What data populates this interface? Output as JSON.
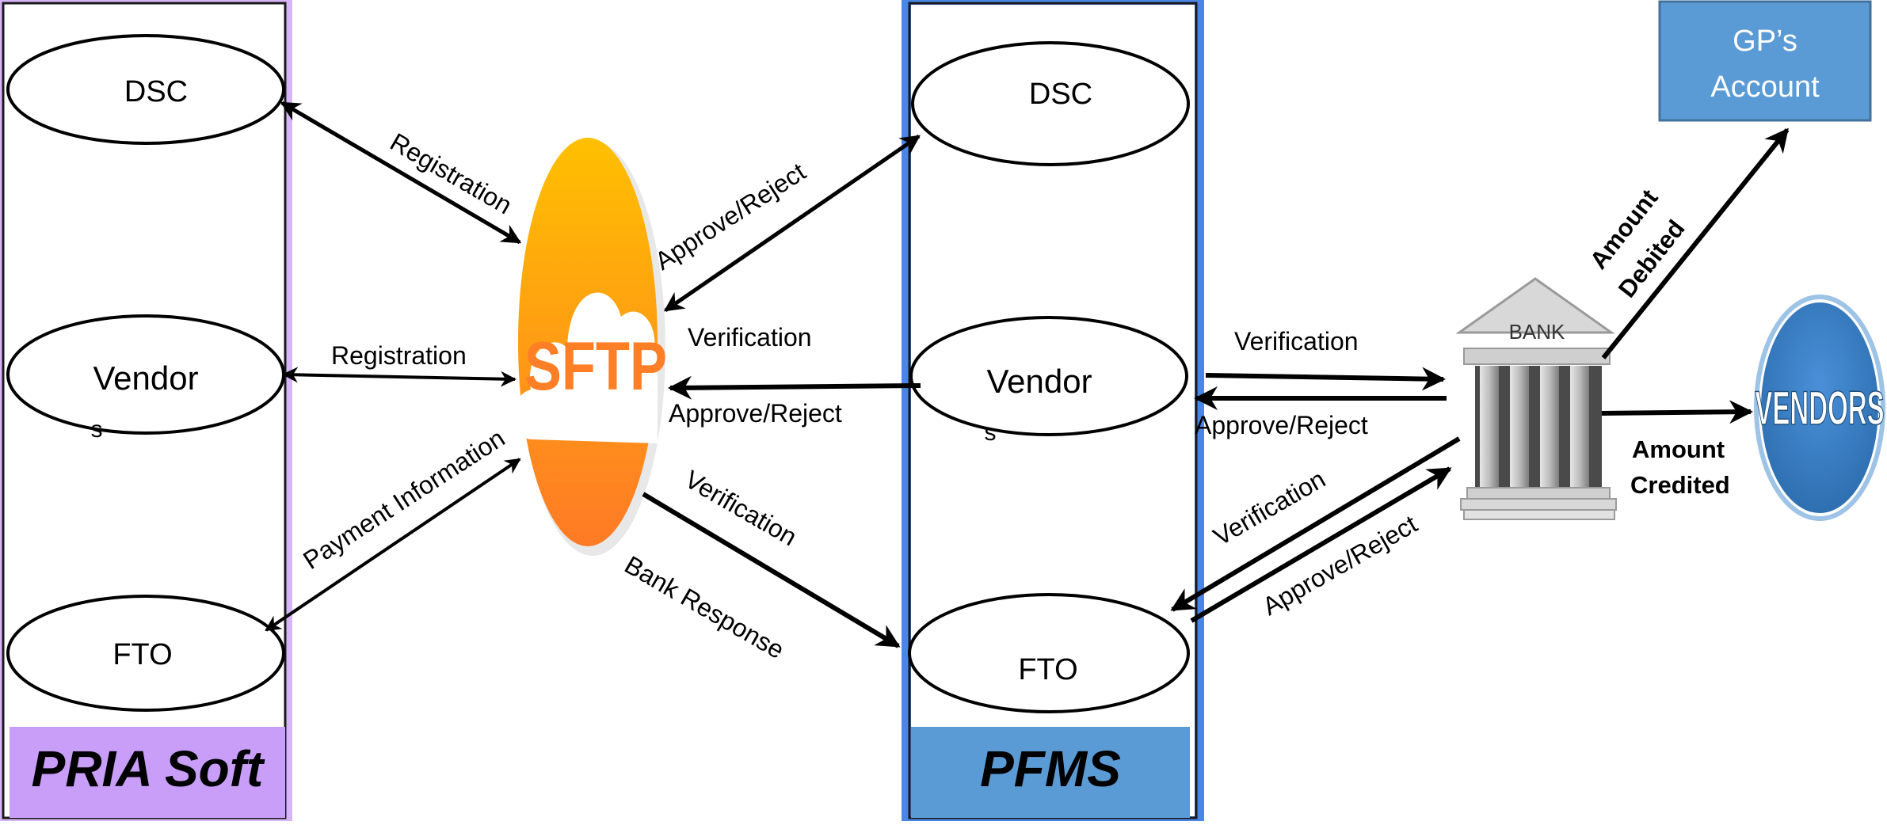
{
  "columns": {
    "pria": {
      "footer_label": "PRIA Soft",
      "dsc": "DSC",
      "vendor_line1": "Vendor",
      "vendor_line2": "s",
      "fto": "FTO"
    },
    "pfms": {
      "footer_label": "PFMS",
      "dsc": "DSC",
      "vendor_line1": "Vendor",
      "vendor_line2": "s",
      "fto": "FTO"
    }
  },
  "sftp": {
    "label": "SFTP"
  },
  "bank": {
    "label": "BANK"
  },
  "gp_account": {
    "line1": "GP’s",
    "line2": "Account"
  },
  "vendors_circle": {
    "label": "VENDORS"
  },
  "labels": {
    "registration_dsc": "Registration",
    "registration_vendor": "Registration",
    "payment_information": "Payment Information",
    "approve_reject_dsc": "Approve/Reject",
    "verification_mid": "Verification",
    "approve_reject_mid": "Approve/Reject",
    "verification_fto": "Verification",
    "bank_response": "Bank Response",
    "verification_bank_top": "Verification",
    "approve_reject_bank_top": "Approve/Reject",
    "verification_bank_fto": "Verification",
    "approve_reject_bank_fto": "Approve/Reject",
    "amount_debited_line1": "Amount",
    "amount_debited_line2": "Debited",
    "amount_credited_line1": "Amount",
    "amount_credited_line2": "Credited"
  },
  "colors": {
    "pria_footer": "#c89ef8",
    "pria_glow": "#d7b6f7",
    "pfms_footer": "#5b9bd5",
    "pfms_glow": "#4a86e8",
    "gp_account_box": "#5b9bd5",
    "vendors_circle": "#2e75b6",
    "sftp_top": "#ffc000",
    "sftp_bottom": "#ff7f27"
  }
}
